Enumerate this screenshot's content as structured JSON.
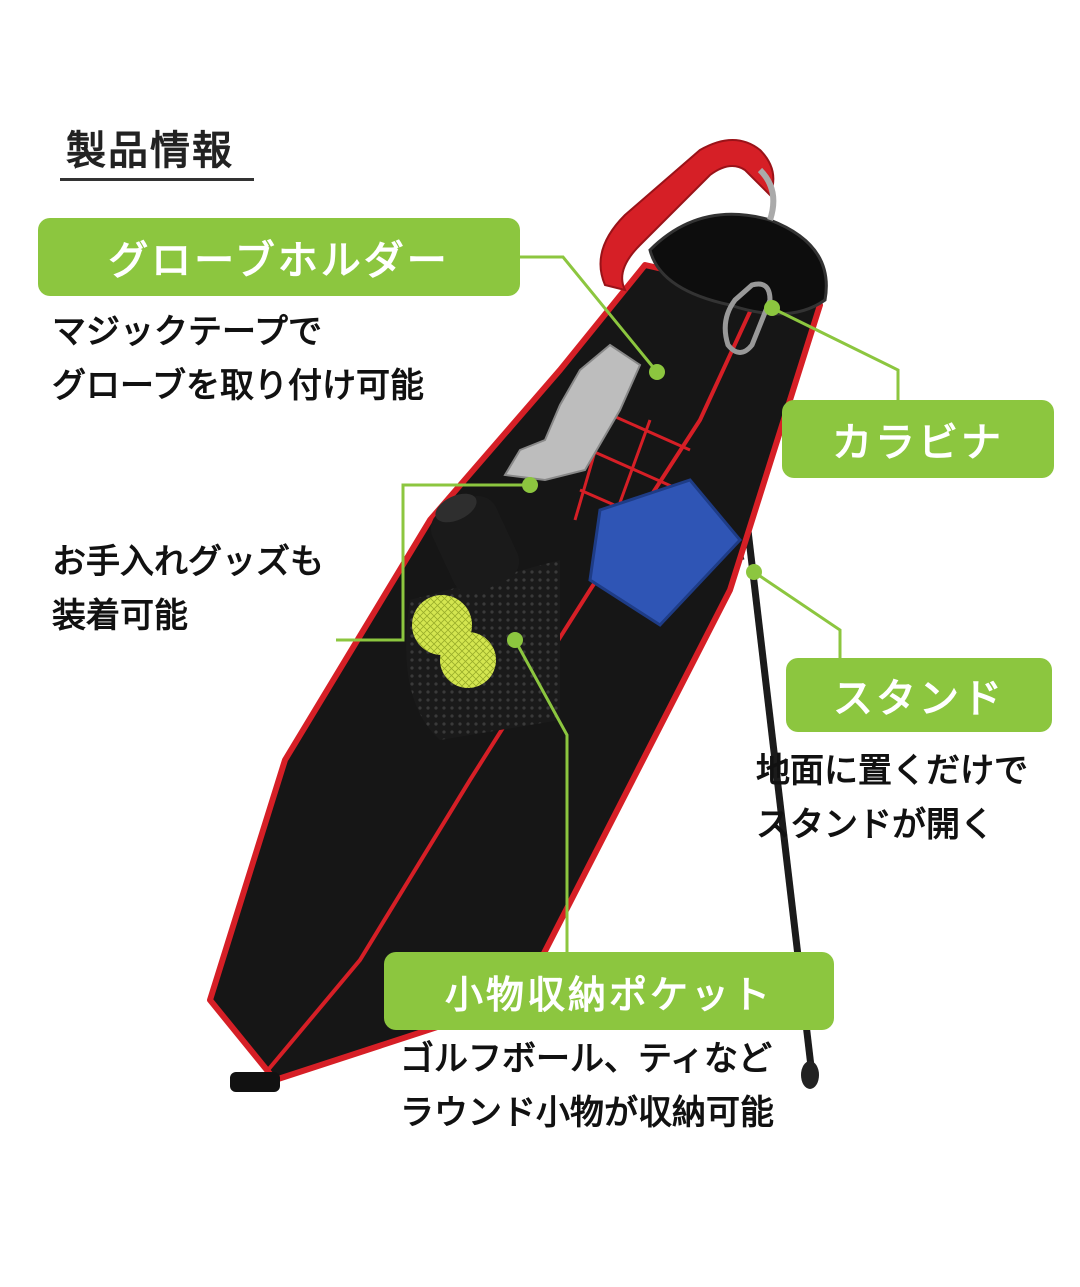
{
  "header": {
    "title": "製品情報"
  },
  "callouts": {
    "glove_holder": {
      "label": "グローブホルダー",
      "desc_line1": "マジックテープで",
      "desc_line2": "グローブを取り付け可能"
    },
    "carabiner": {
      "label": "カラビナ"
    },
    "care_goods": {
      "desc_line1": "お手入れグッズも",
      "desc_line2": "装着可能"
    },
    "stand": {
      "label": "スタンド",
      "desc_line1": "地面に置くだけで",
      "desc_line2": "スタンドが開く"
    },
    "pocket": {
      "label": "小物収納ポケット",
      "desc_line1": "ゴルフボール、ティなど",
      "desc_line2": "ラウンド小物が収納可能"
    }
  },
  "colors": {
    "accent": "#8cc63f",
    "bag": "#161616",
    "trim": "#d61f26",
    "towel": "#2f55b5",
    "ball": "#cfe24a"
  }
}
